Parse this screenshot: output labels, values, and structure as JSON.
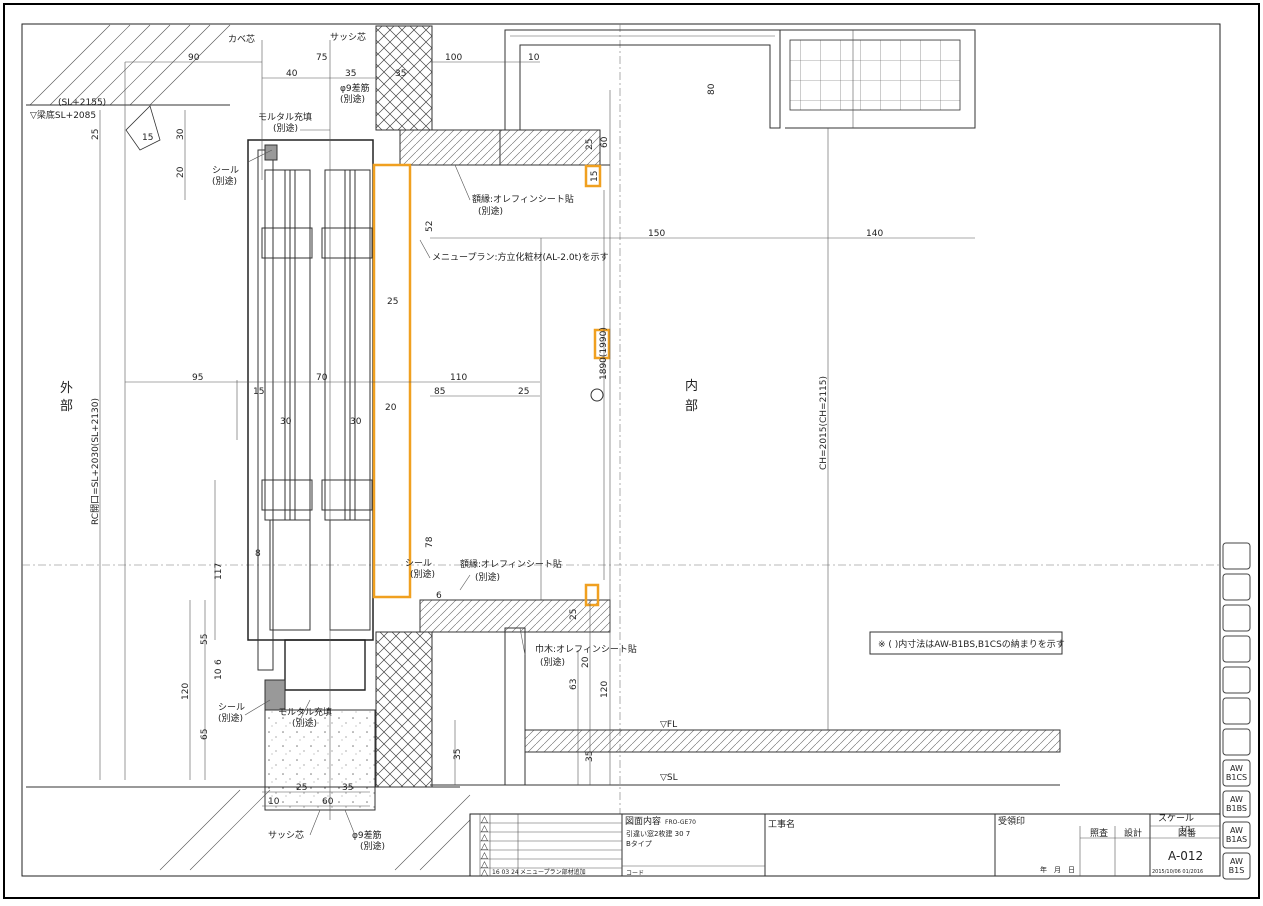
{
  "labels": {
    "kabe_shin": "カベ芯",
    "sash_shin_top": "サッシ芯",
    "sl_2155": "(SL+2155)",
    "beam_bottom": "▽梁底SL+2085",
    "mortar_top": "モルタル充填",
    "mortar_top_sub": "(別途)",
    "rebar_top": "φ9差筋",
    "rebar_top_sub": "(別途)",
    "seal_top": "シール",
    "seal_top_sub": "(別途)",
    "head_note": "額縁:オレフィンシート貼",
    "head_note_sub": "(別途)",
    "menu_note": "メニュープラン:方立化粧材(AL-2.0t)を示す",
    "outside_1": "外",
    "outside_2": "部",
    "inside_1": "内",
    "inside_2": "部",
    "rc_opening": "RC開口=SL+2030(SL+2130)",
    "ch_height": "CH=2015(CH=2115)",
    "seal_mid": "シール",
    "seal_mid_sub": "(別途)",
    "sill_note": "額縁:オレフィンシート貼",
    "sill_note_sub": "(別途)",
    "baseboard_note": "巾木:オレフィンシート貼",
    "baseboard_note_sub": "(別途)",
    "seal_bot": "シール",
    "seal_bot_sub": "(別途)",
    "mortar_bot": "モルタル充填",
    "mortar_bot_sub": "(別途)",
    "fl": "▽FL",
    "sl": "▽SL",
    "sash_shin_bot": "サッシ芯",
    "rebar_bot": "φ9差筋",
    "rebar_bot_sub": "(別途)",
    "remark": "※ ( )内寸法はAW-B1BS,B1CSの納まりを示す"
  },
  "dims": {
    "d90": "90",
    "d75": "75",
    "d40": "40",
    "d35a": "35",
    "d35b": "35",
    "d100": "100",
    "d10a": "10",
    "d80": "80",
    "d25a": "25",
    "d30": "30",
    "d20a": "20",
    "d15a": "15",
    "d25b": "25",
    "d60": "60",
    "d15hi": "15",
    "d52": "52",
    "d150": "150",
    "d140": "140",
    "d25c": "25",
    "d95": "95",
    "d70": "70",
    "d110": "110",
    "d15b": "15",
    "d85": "85",
    "d25d": "25",
    "d1890": "1890(1990)",
    "d30b": "30",
    "d30c": "30",
    "d20b": "20",
    "d117": "117",
    "d8": "8",
    "d78": "78",
    "d6": "6",
    "d25e": "25",
    "d55": "55",
    "d10b": "10",
    "d6b": "6",
    "d120a": "120",
    "d65": "65",
    "d63": "63",
    "d20c": "20",
    "d120b": "120",
    "d35c": "35",
    "d35d": "35",
    "d25f": "25",
    "d35e": "35",
    "d10c": "10",
    "d60b": "60"
  },
  "side_tabs": [
    "",
    "",
    "",
    "",
    "",
    "",
    "",
    "AW\nB1CS",
    "AW\nB1BS",
    "AW\nB1AS",
    "AW\nB1S"
  ],
  "title_block": {
    "revisions": [
      "△",
      "△",
      "△",
      "△",
      "△",
      "△",
      "△"
    ],
    "rev_date": "16 03 24",
    "rev_note": "メニュープラン部材追加",
    "drawing_content_label": "図面内容",
    "drawing_code": "FRO-GE70",
    "content_line1": "引違い窓2枚建 30 7",
    "content_line2": "Bタイプ",
    "code_label": "コード",
    "project_label": "工事名",
    "receipt_label": "受領印",
    "date_label": "年　月　日",
    "approval_label": "照査",
    "design_label": "設計",
    "drawing_no_label": "図番",
    "scale_label": "スケール",
    "scale_value": "1/1",
    "drawing_number": "A-012",
    "footer_code": "2015/10/06 01/2016"
  }
}
